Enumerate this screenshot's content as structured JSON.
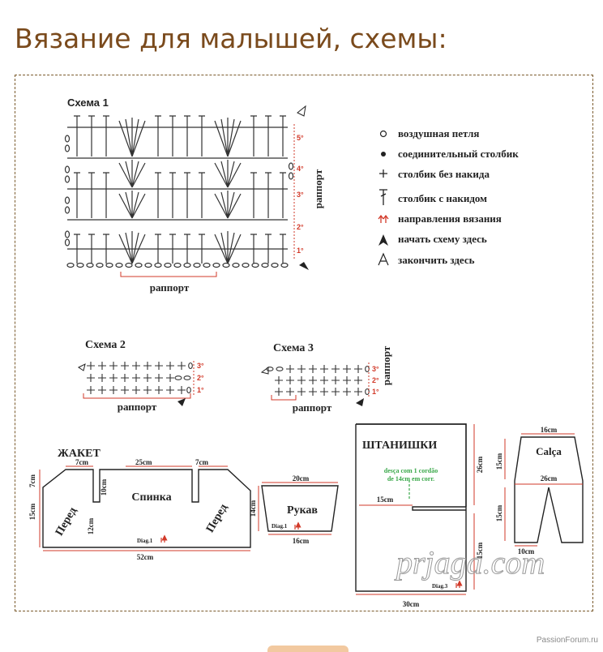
{
  "page": {
    "title": "Вязание для малышей, схемы:",
    "site": "PassionForum.ru",
    "accent_color": "#7a4a1c",
    "frame_color": "#7a5a2c"
  },
  "scheme1": {
    "title": "Схема 1",
    "rows": [
      "1°",
      "2°",
      "3°",
      "4°",
      "5°"
    ],
    "repeat_vertical": "раппорт",
    "repeat_horizontal": "раппорт"
  },
  "legend": {
    "items": [
      {
        "icon": "chain-stitch-icon",
        "label": "воздушная петля"
      },
      {
        "icon": "slip-stitch-icon",
        "label": "соединительный столбик"
      },
      {
        "icon": "single-crochet-icon",
        "label": "столбик без накида"
      },
      {
        "icon": "double-crochet-icon",
        "label": "столбик с накидом"
      },
      {
        "icon": "direction-arrows-icon",
        "label": "направления вязания"
      },
      {
        "icon": "start-arrow-icon",
        "label": "начать схему здесь"
      },
      {
        "icon": "end-arrow-icon",
        "label": "закончить здесь"
      }
    ],
    "red_color": "#d23a2a"
  },
  "scheme2": {
    "title": "Схема 2",
    "rows": [
      "3°",
      "2°",
      "1°"
    ],
    "repeat": "раппорт"
  },
  "scheme3": {
    "title": "Схема 3",
    "rows": [
      "3°",
      "2°",
      "1°"
    ],
    "repeat": "раппорт",
    "repeat_vertical": "раппорт"
  },
  "jacket": {
    "title": "ЖАКЕТ",
    "back": "Спинка",
    "front_left": "Перед",
    "front_right": "Перед",
    "diag": "Diag.1",
    "dims": {
      "top_left": "7cm",
      "top_mid": "25cm",
      "top_right": "7cm",
      "left_top": "7cm",
      "left_low": "15cm",
      "inner_neck": "10cm",
      "inner_low": "12cm",
      "bottom": "52cm"
    }
  },
  "sleeve": {
    "title": "Рукав",
    "top": "20cm",
    "side": "14cm",
    "bottom": "16cm",
    "diag": "Diag.1"
  },
  "pants": {
    "title": "ШТАНИШКИ",
    "note_line1": "desça com 1 cordão",
    "note_line2": "de 14cm em corr.",
    "width_mid": "15cm",
    "height_top": "26cm",
    "height_low": "15cm",
    "bottom": "30cm",
    "diag": "Diag.3",
    "note_color": "#3aa84a"
  },
  "calca": {
    "title": "Calça",
    "top": "16cm",
    "mid": "26cm",
    "side_top": "15cm",
    "side_low": "15cm",
    "bottom": "10cm"
  },
  "watermark": "prjaga.com"
}
